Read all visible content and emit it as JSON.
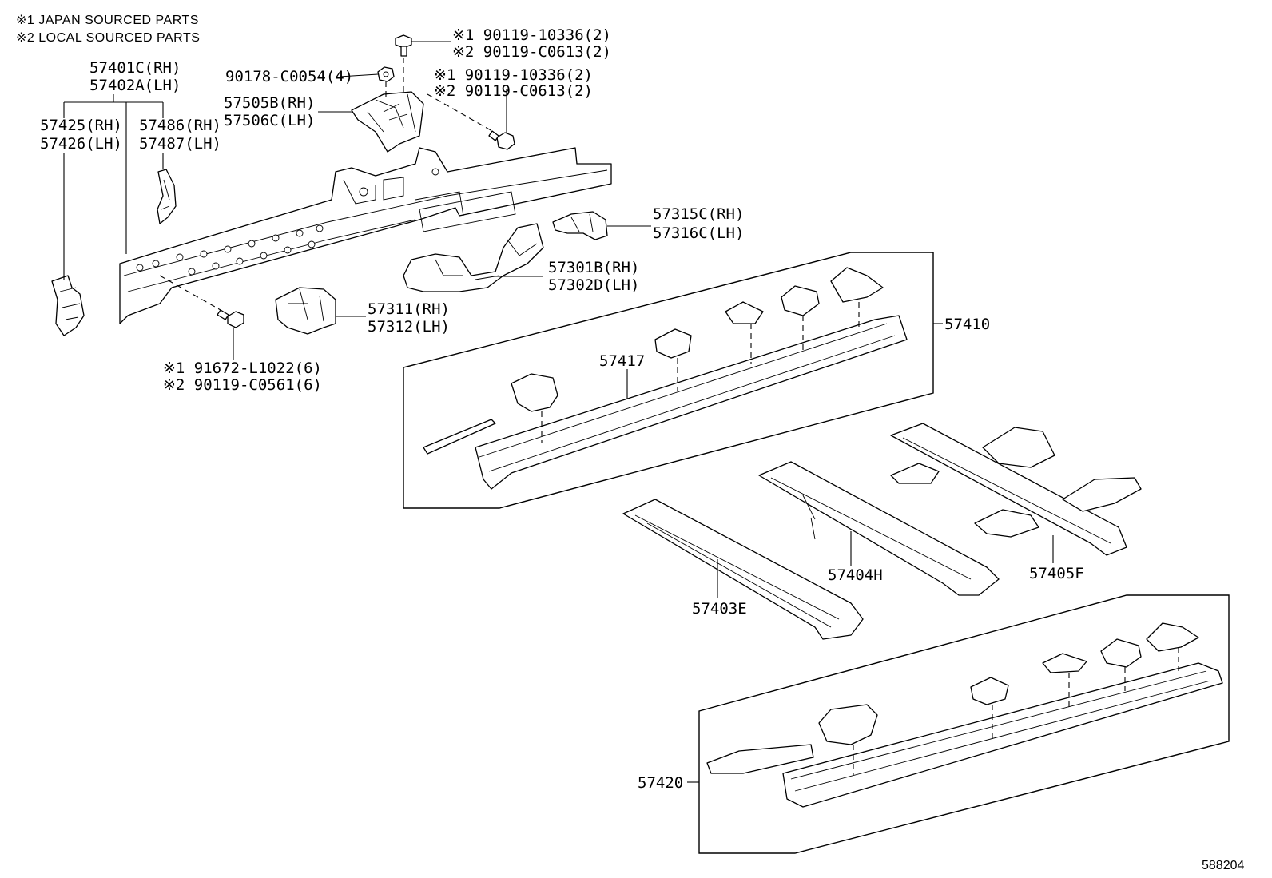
{
  "notes": {
    "note1": "※1 JAPAN SOURCED PARTS",
    "note2": "※2 LOCAL SOURCED PARTS"
  },
  "labels": {
    "l57401c": "57401C(RH)",
    "l57402a": "57402A(LH)",
    "l57425": "57425(RH)",
    "l57426": "57426(LH)",
    "l57486": "57486(RH)",
    "l57487": "57487(LH)",
    "l90178": "90178-C0054(4)",
    "l57505b": "57505B(RH)",
    "l57506c": "57506C(LH)",
    "bolt1_a": "※1 90119-10336(2)",
    "bolt1_b": "※2 90119-C0613(2)",
    "bolt2_a": "※1 90119-10336(2)",
    "bolt2_b": "※2 90119-C0613(2)",
    "l57315c": "57315C(RH)",
    "l57316c": "57316C(LH)",
    "l57301b": "57301B(RH)",
    "l57302d": "57302D(LH)",
    "l57311": "57311(RH)",
    "l57312": "57312(LH)",
    "bolt3_a": "※1 91672-L1022(6)",
    "bolt3_b": "※2 90119-C0561(6)",
    "l57410": "57410",
    "l57417": "57417",
    "l57404h": "57404H",
    "l57405f": "57405F",
    "l57403e": "57403E",
    "l57420": "57420",
    "figure_no": "588204"
  }
}
